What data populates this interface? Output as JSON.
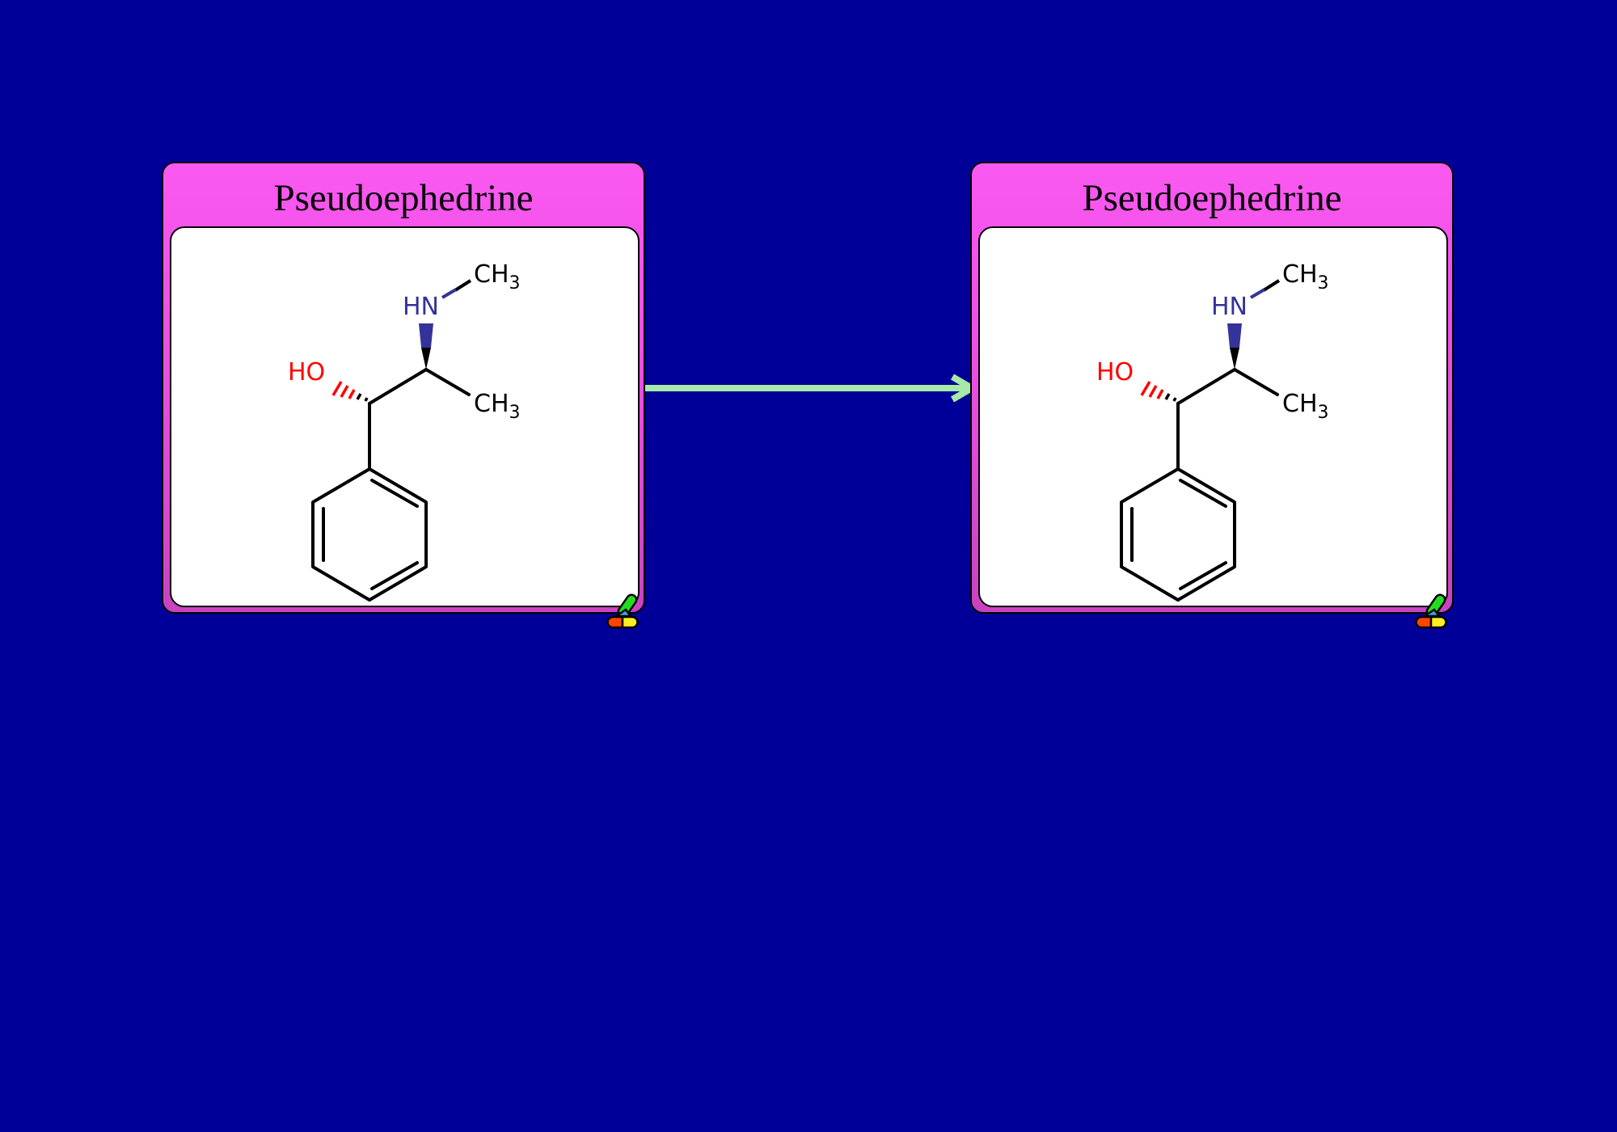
{
  "cards": [
    {
      "title": "Pseudoephedrine",
      "labels": {
        "ho": "HO",
        "hn": "HN",
        "ch": "CH",
        "sub": "3"
      }
    },
    {
      "title": "Pseudoephedrine",
      "labels": {
        "ho": "HO",
        "hn": "HN",
        "ch": "CH",
        "sub": "3"
      }
    }
  ],
  "colors": {
    "background": "#000099",
    "card": "#f858f0",
    "arrow": "#a6eaa6",
    "oxygen": "#ff0000",
    "nitrogen": "#333399"
  },
  "icons": {
    "card_badge": "pill-icon",
    "connector": "arrow-right-icon"
  }
}
